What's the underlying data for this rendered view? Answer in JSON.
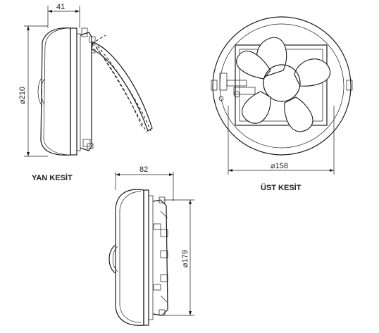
{
  "side_view": {
    "caption": "YAN KESİT",
    "width_dim": "41",
    "height_dim": "⌀210"
  },
  "top_view": {
    "caption": "ÜST KESİT",
    "diameter_dim": "⌀158"
  },
  "bottom_view": {
    "width_dim": "82",
    "height_dim": "⌀179"
  }
}
